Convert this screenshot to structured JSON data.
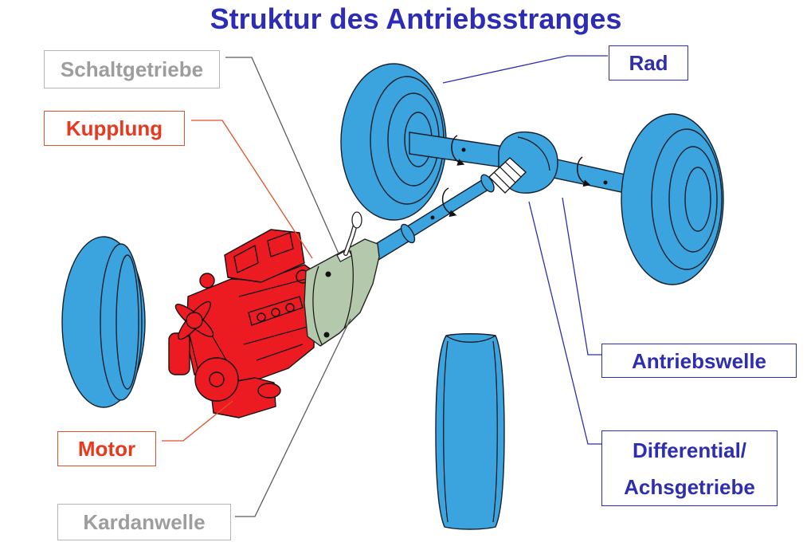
{
  "title": "Struktur des Antriebsstranges",
  "labels": {
    "schaltgetriebe": "Schaltgetriebe",
    "kupplung": "Kupplung",
    "motor": "Motor",
    "kardanwelle": "Kardanwelle",
    "rad": "Rad",
    "antriebswelle": "Antriebswelle",
    "differential": [
      "Differential/",
      "Achsgetriebe"
    ]
  },
  "colors": {
    "title": "#2c2cb6",
    "red": "#e8381d",
    "red_border": "#e0502a",
    "blue": "#2e2eae",
    "gray": "#9d9d9d",
    "gray_border": "#b4b4b4",
    "gray_line": "#5c5c5c",
    "wheel": "#3ba3dd",
    "engine": "#ec1b22",
    "gearbox": "#b4c8ab"
  }
}
